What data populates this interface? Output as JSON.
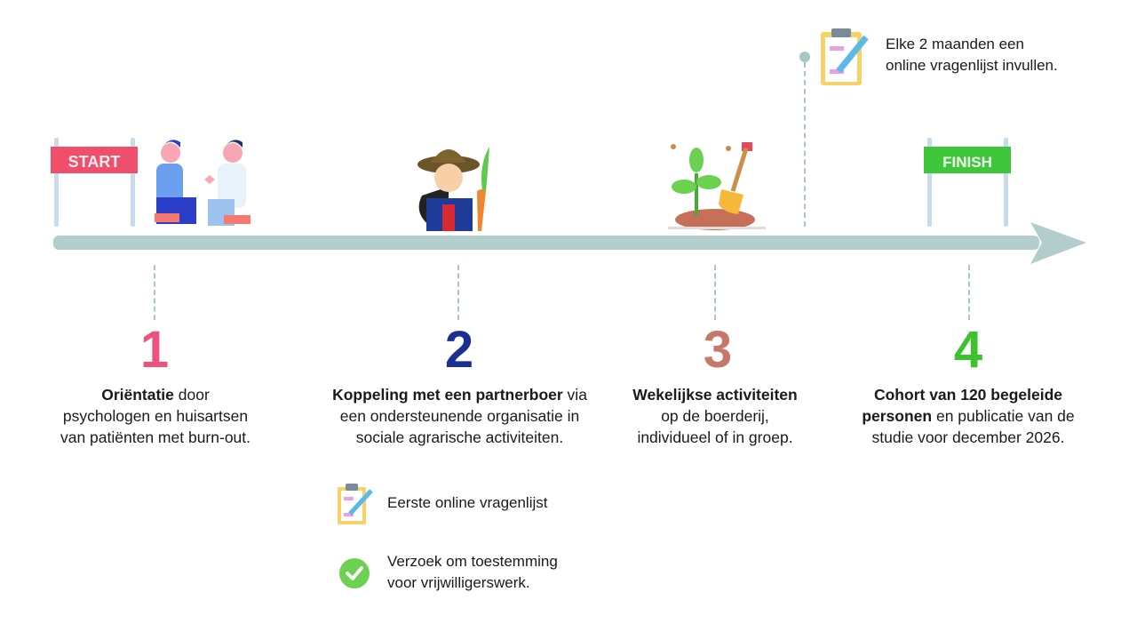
{
  "banners": {
    "start": "START",
    "finish": "FINISH"
  },
  "top_note": "Elke 2 maanden een online vragenlijst invullen.",
  "top_note_lines": [
    "Elke 2 maanden een",
    "online vragenlijst invullen."
  ],
  "steps": [
    {
      "number": "1",
      "color": "#f0527e",
      "bold": "Oriëntatie",
      "rest_lines": [
        " door",
        "psychologen en huisartsen",
        "van patiënten met burn-out."
      ]
    },
    {
      "number": "2",
      "color": "#1b2f93",
      "bold": "Koppeling met een partnerboer",
      "rest_lines": [
        " via",
        "een ondersteunende organisatie in",
        "sociale agrarische activiteiten."
      ]
    },
    {
      "number": "3",
      "color": "#c8786a",
      "bold": "Wekelijkse activiteiten",
      "rest_lines": [
        "",
        "op de boerderij,",
        "individueel of in groep."
      ]
    },
    {
      "number": "4",
      "color": "#3cc22c",
      "bold_lines": [
        "Cohort van 120 begeleide",
        "personen"
      ],
      "rest_lines": [
        " en publicatie van de",
        "studie voor december 2026."
      ]
    }
  ],
  "sub_items": [
    {
      "icon": "clipboard-icon",
      "text": "Eerste online vragenlijst"
    },
    {
      "icon": "check-circle-icon",
      "lines": [
        "Verzoek om toestemming",
        "voor vrijwilligerswerk."
      ]
    }
  ],
  "colors": {
    "arrow": "#b3cdcd",
    "start": "#f04f6c",
    "finish": "#3fc63a"
  }
}
